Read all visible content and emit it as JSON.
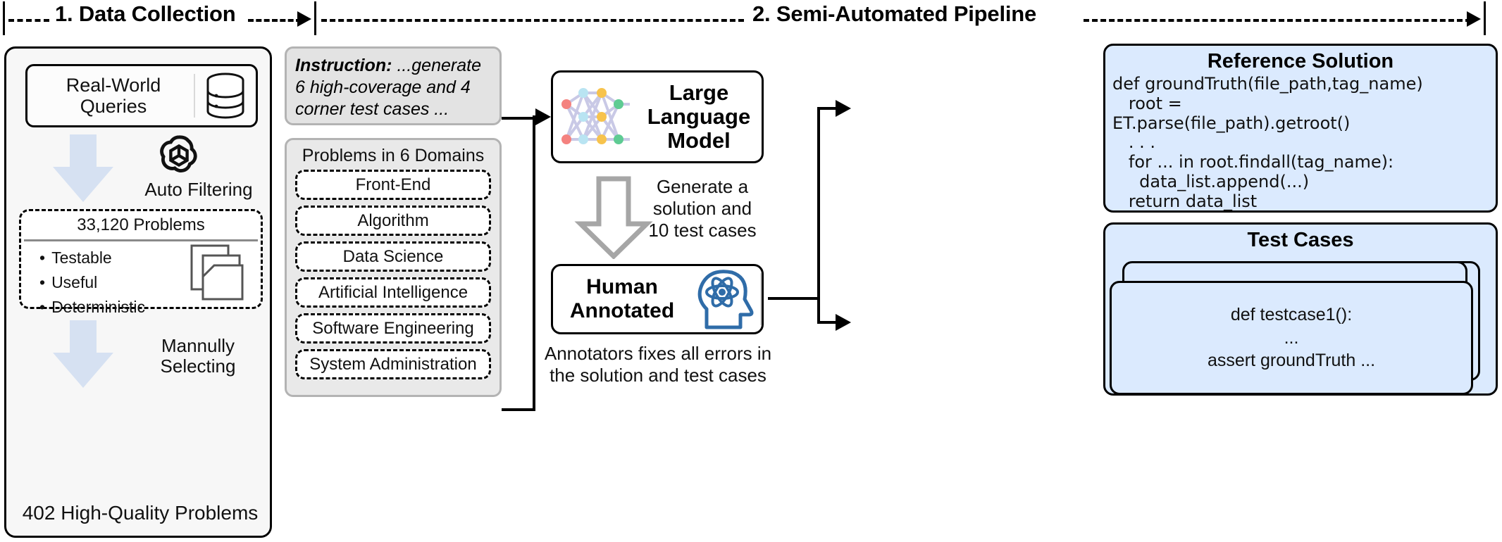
{
  "phases": [
    {
      "id": "phase-1",
      "label": "1. Data Collection"
    },
    {
      "id": "phase-2",
      "label": "2. Semi-Automated Pipeline"
    }
  ],
  "data_collection": {
    "source_box": {
      "label": "Real-World\nQueries",
      "icon": "database-icon"
    },
    "filter_step": {
      "label": "Auto Filtering",
      "icon": "openai-logo-icon"
    },
    "criteria_box": {
      "count_label": "33,120 Problems",
      "criteria": [
        "Testable",
        "Useful",
        "Deterministic"
      ],
      "icon": "documents-icon"
    },
    "select_step": {
      "label": "Mannully\nSelecting"
    },
    "result_label": "402 High-Quality Problems"
  },
  "pipeline": {
    "instruction": {
      "prefix": "Instruction:",
      "body": " ...generate 6 high-coverage and 4 corner test cases ..."
    },
    "domains_panel": {
      "title": "Problems in 6 Domains",
      "items": [
        "Front-End",
        "Algorithm",
        "Data Science",
        "Artificial Intelligence",
        "Software Engineering",
        "System Administration"
      ]
    },
    "llm_box": {
      "label": "Large\nLanguage\nModel",
      "icon": "neural-network-icon"
    },
    "generate_note": "Generate a\nsolution and\n10 test cases",
    "human_box": {
      "label": "Human\nAnnotated",
      "icon": "head-atom-icon"
    },
    "annotation_note": "Annotators fixes all errors in\nthe solution and test cases"
  },
  "outputs": {
    "reference_solution": {
      "title": "Reference Solution",
      "code": "def groundTruth(file_path,tag_name)\n   root =\nET.parse(file_path).getroot()\n   . . .\n   for ... in root.findall(tag_name):\n     data_list.append(...)\n   return data_list"
    },
    "test_cases": {
      "title": "Test Cases",
      "lines": [
        "def testcase1():",
        "...",
        "assert groundTruth ..."
      ]
    }
  },
  "colors": {
    "panel_bg": "#f7f7f7",
    "gray_box_bg": "#e9e9e9",
    "blue_card_bg": "#dbeafe",
    "arrow_blue": "#d6e1f2",
    "hollow_arrow_gray": "#a6a6a6",
    "icon_blue": "#2f6ca8",
    "nn_red": "#f4827f",
    "nn_cyan": "#b9e4f2",
    "nn_orange": "#f7c34d",
    "nn_green": "#5ecb93",
    "nn_edge": "#c9c9e6"
  }
}
